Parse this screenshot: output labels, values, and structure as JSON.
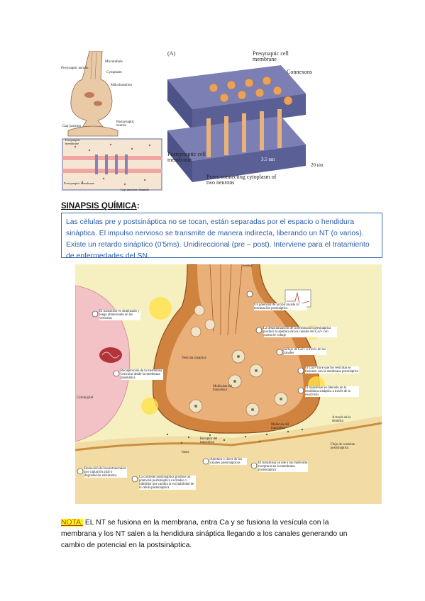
{
  "figure_top": {
    "panel_letter": "(A)",
    "labels": {
      "presynaptic_neuron": "Presynaptic neuron",
      "microtubule": "Microtubule",
      "cytoplasm": "Cytoplasm",
      "mitochondrion": "Mitochondrion",
      "postsynaptic_neuron": "Postsynaptic neuron",
      "gap_junction": "Gap junction",
      "presynaptic_membrane": "Presynaptic membrane",
      "postsynaptic_membrane_small": "Postsynaptic membrane",
      "gap_junction_channels": "Gap junction channels",
      "presynaptic_cell_membrane": "Presynaptic cell membrane",
      "connexons": "Connexons",
      "postsynaptic_cell_membrane": "Postsynaptic cell membrane",
      "pores": "Pores connecting cytoplasm of two neurons",
      "size_35": "3.5 nm",
      "size_20": "20 nm"
    }
  },
  "heading": {
    "title": "SINAPSIS QUÍMICA",
    "colon": ":"
  },
  "box_text": "Las células pre y postsináptica no se tocan, están separadas por el espacio o hendidura sináptica.  El impulso nervioso se transmite de manera indirecta, liberando un NT (o varios). Existe un retardo sináptico (0'5ms).  Unidireccional (pre – post). Interviene para el tratamiento de enfermedades del SN.",
  "figure_chem": {
    "top_label": "mielina",
    "steps": [
      {
        "n": "1",
        "text": "El transmisor es sintetizado y luego almacenado en las vesículas"
      },
      {
        "n": "2",
        "text": "Un potencial de acción invade la terminación presináptica"
      },
      {
        "n": "3",
        "text": "La despolarización de la terminación presináptica produce la apertura de los canales del Ca2+ con puerta de voltaje"
      },
      {
        "n": "4",
        "text": "Influjo de Ca2+ a través de los canales"
      },
      {
        "n": "5",
        "text": "El Ca2+ hace que las vesículas se fusionen con la membrana presináptica"
      },
      {
        "n": "6",
        "text": "El transmisor es liberado en la hendidura sináptica a través de la exocitosis"
      },
      {
        "n": "7",
        "text": "El transmisor se une a las moléculas receptoras en la membrana postsináptica"
      },
      {
        "n": "8",
        "text": "Apertura o cierre de los canales postsinápticos"
      },
      {
        "n": "9",
        "text": "La corriente postsináptica produce un potencial postsináptico excitador o inhibidor que cambia la excitabilidad de la célula postsináptica"
      },
      {
        "n": "10",
        "text": "Remoción del neurotransmisor por captación glial o degradación enzimática"
      },
      {
        "n": "11",
        "text": "Recuperación de la membrana vesicular desde la membrana plasmática"
      }
    ],
    "labels": {
      "vesicula": "Vesícula sináptica",
      "moleculas": "Moléculas del transmisor",
      "celula_glial": "Célula glial",
      "iones": "Iones",
      "receptor": "Receptor del transmisor",
      "dendrita": "A través de la dendrita",
      "molecula_transmisor": "Molécula del transmisor",
      "flujo": "Flujo de corriente postsináptica"
    }
  },
  "note": {
    "tag": "NOTA:",
    "text": " EL NT se fusiona en la membrana, entra Ca y se fusiona la vesícula con la membrana y los NT salen a la hendidura sináptica llegando a los canales generando un cambio de potencial en la postsináptica."
  },
  "colors": {
    "box_border": "#3b6ea5",
    "box_text": "#2c5ea8",
    "highlight": "#ffff00",
    "note_tag": "#c0392b",
    "neuron_tan": "#e9c9a6",
    "connexon_orange": "#e8a25a",
    "membrane_blue": "#5a5f96",
    "terminal_orange": "#d0833f",
    "glia_pink": "#f2c2c6",
    "background_yellow": "#f6efc0"
  }
}
